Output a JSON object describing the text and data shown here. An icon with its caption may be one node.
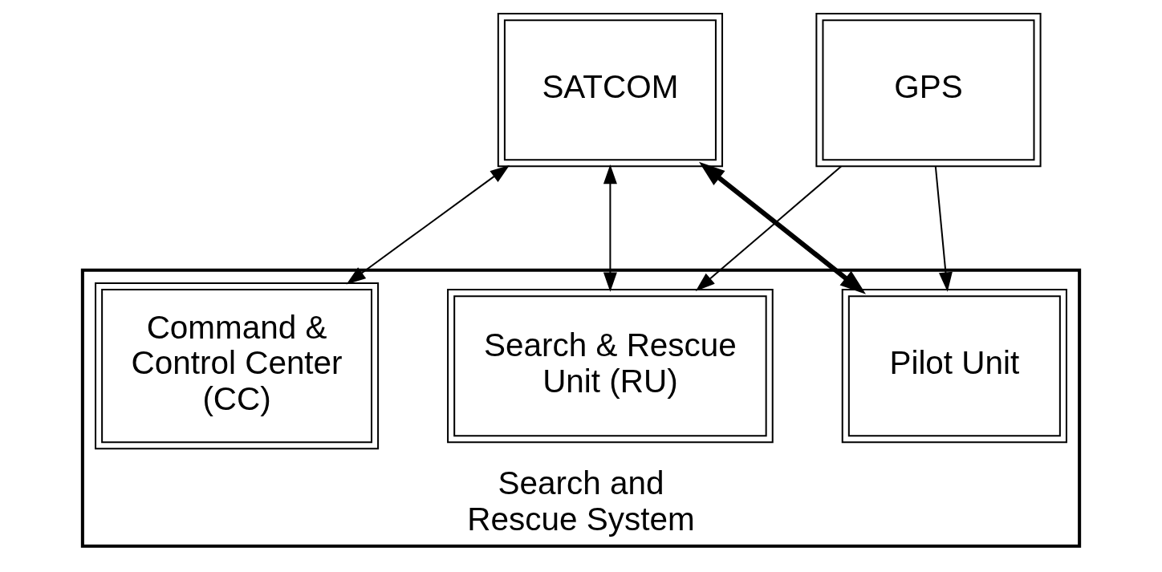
{
  "diagram": {
    "nodes": [
      {
        "text": [
          "SATCOM"
        ]
      },
      {
        "text": [
          "GPS"
        ]
      },
      {
        "text": [
          "Search and Rescue System"
        ]
      },
      {
        "text": [
          "Command & Control Center (CC)"
        ],
        "in": 2
      },
      {
        "text": [
          "Search & Rescue Unit (RU)"
        ],
        "in": 2
      },
      {
        "text": [
          "Pilot Unit"
        ],
        "in": 2
      }
    ],
    "edges": [
      {
        "from": 0,
        "to": 3,
        "arrow": "both"
      },
      {
        "from": 0,
        "to": 4,
        "arrow": "both"
      },
      {
        "from": 0,
        "to": 5,
        "arrow": "both",
        "style": "thick"
      },
      {
        "from": 1,
        "to": 4,
        "arrow": "to"
      },
      {
        "from": 1,
        "to": 5,
        "arrow": "to"
      }
    ]
  }
}
